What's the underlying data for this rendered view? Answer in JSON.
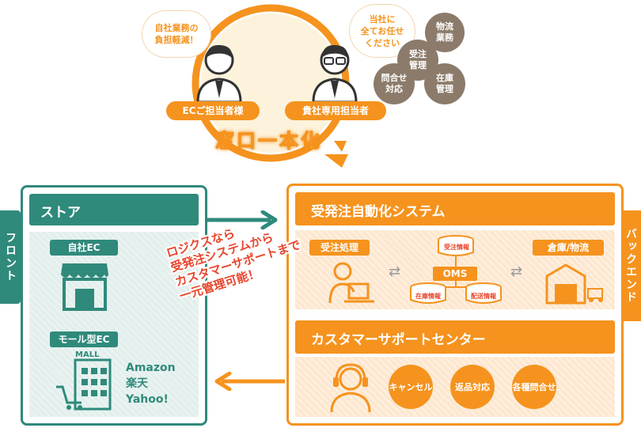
{
  "top": {
    "bubble_left": "自社業務の\n負担軽減！",
    "bubble_right": "当社に\n全てお任せ\nください",
    "person_left_label": "ECご担当者様",
    "person_right_label": "貴社専用担当者",
    "window_text": "窓口一本化",
    "tasks": [
      "物流\n業務",
      "受注\n管理",
      "問合せ\n対応",
      "在庫\n管理"
    ]
  },
  "side": {
    "left": "フロント",
    "right": "バックエンド"
  },
  "store": {
    "title": "ストア",
    "own_ec": "自社EC",
    "mall_ec": "モール型EC",
    "mall_sign": "MALL",
    "malls": [
      "Amazon",
      "楽天",
      "Yahoo!"
    ]
  },
  "system": {
    "title": "受発注自動化システム",
    "order": "受注処理",
    "warehouse": "倉庫/物流",
    "oms": "OMS",
    "db_top": "受注情報",
    "db_left": "在庫情報",
    "db_right": "配送情報"
  },
  "support": {
    "title": "カスタマーサポートセンター",
    "items": [
      "キャンセル",
      "返品対応",
      "各種問合せ"
    ]
  },
  "callout": [
    "ロジクスなら",
    "受発注システムから",
    "カスタマーサポートまで",
    "一元管理可能！"
  ],
  "colors": {
    "orange": "#f5931e",
    "teal": "#2f8a7b",
    "brown": "#8c7b6b",
    "red": "#e8452c"
  }
}
